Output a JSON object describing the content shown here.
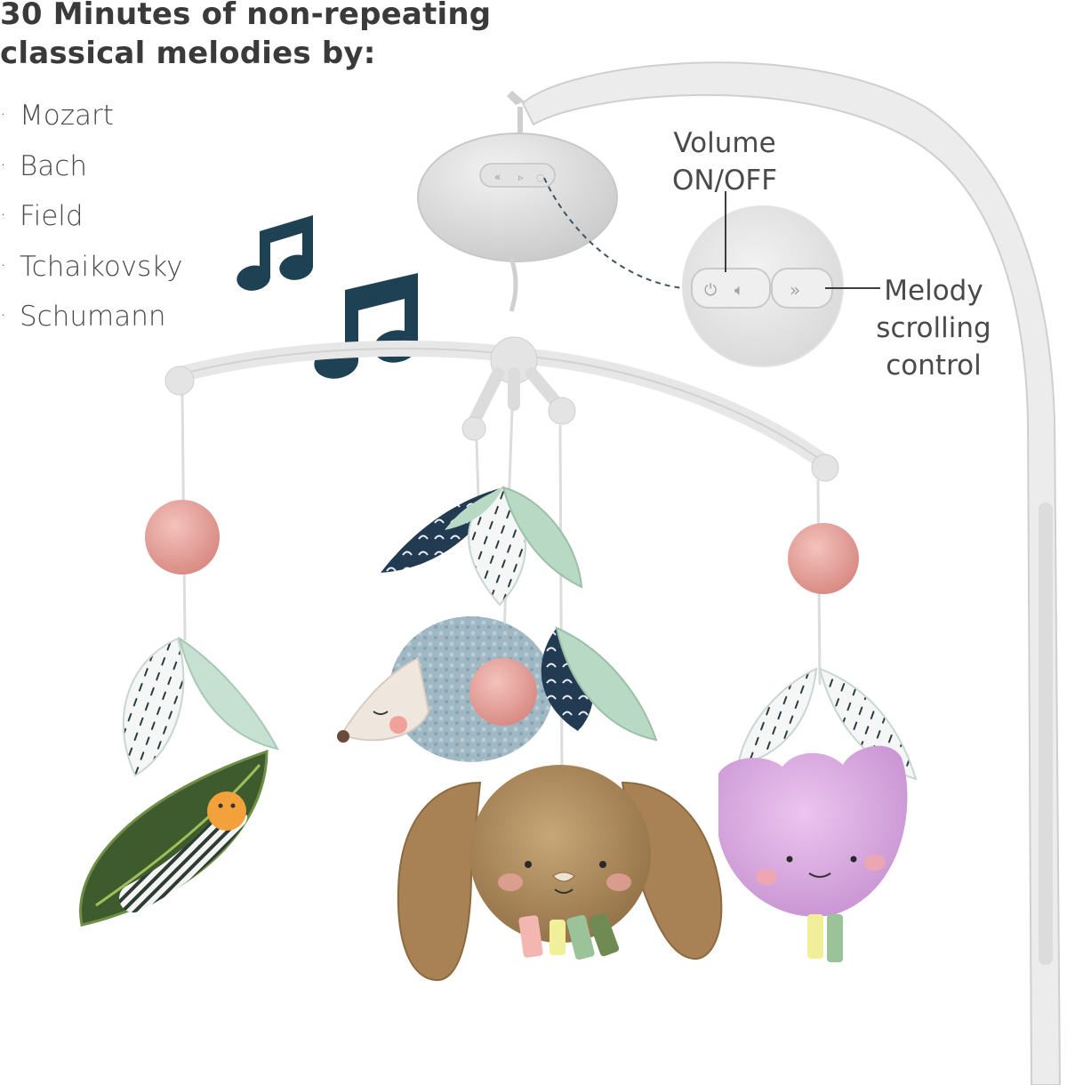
{
  "heading": {
    "line1": "30 Minutes of non-repeating",
    "line2": "classical melodies by:"
  },
  "composers": [
    {
      "bullet": "·",
      "name": "Mozart"
    },
    {
      "bullet": "·",
      "name": "Bach"
    },
    {
      "bullet": "·",
      "name": "Field"
    },
    {
      "bullet": "·",
      "name": "Tchaikovsky"
    },
    {
      "bullet": "·",
      "name": "Schumann"
    }
  ],
  "callouts": {
    "volume": {
      "line1": "Volume",
      "line2": "ON/OFF"
    },
    "melody": {
      "line1": "Melody",
      "line2": "scrolling",
      "line3": "control"
    }
  },
  "icons": [
    "music-note-icon",
    "power-icon",
    "speaker-icon",
    "fast-forward-icon",
    "rewind-icon"
  ],
  "colors": {
    "arm": "#e9e9e9",
    "note": "#1e4153",
    "pompom": "#eba7a0",
    "bunny": "#b08c5c",
    "tulip": "#d9a6e0",
    "hedgehog": "#9cb6c2",
    "leaf_dark": "#3e5b2e",
    "leaf_mint": "#b8d9c4"
  }
}
